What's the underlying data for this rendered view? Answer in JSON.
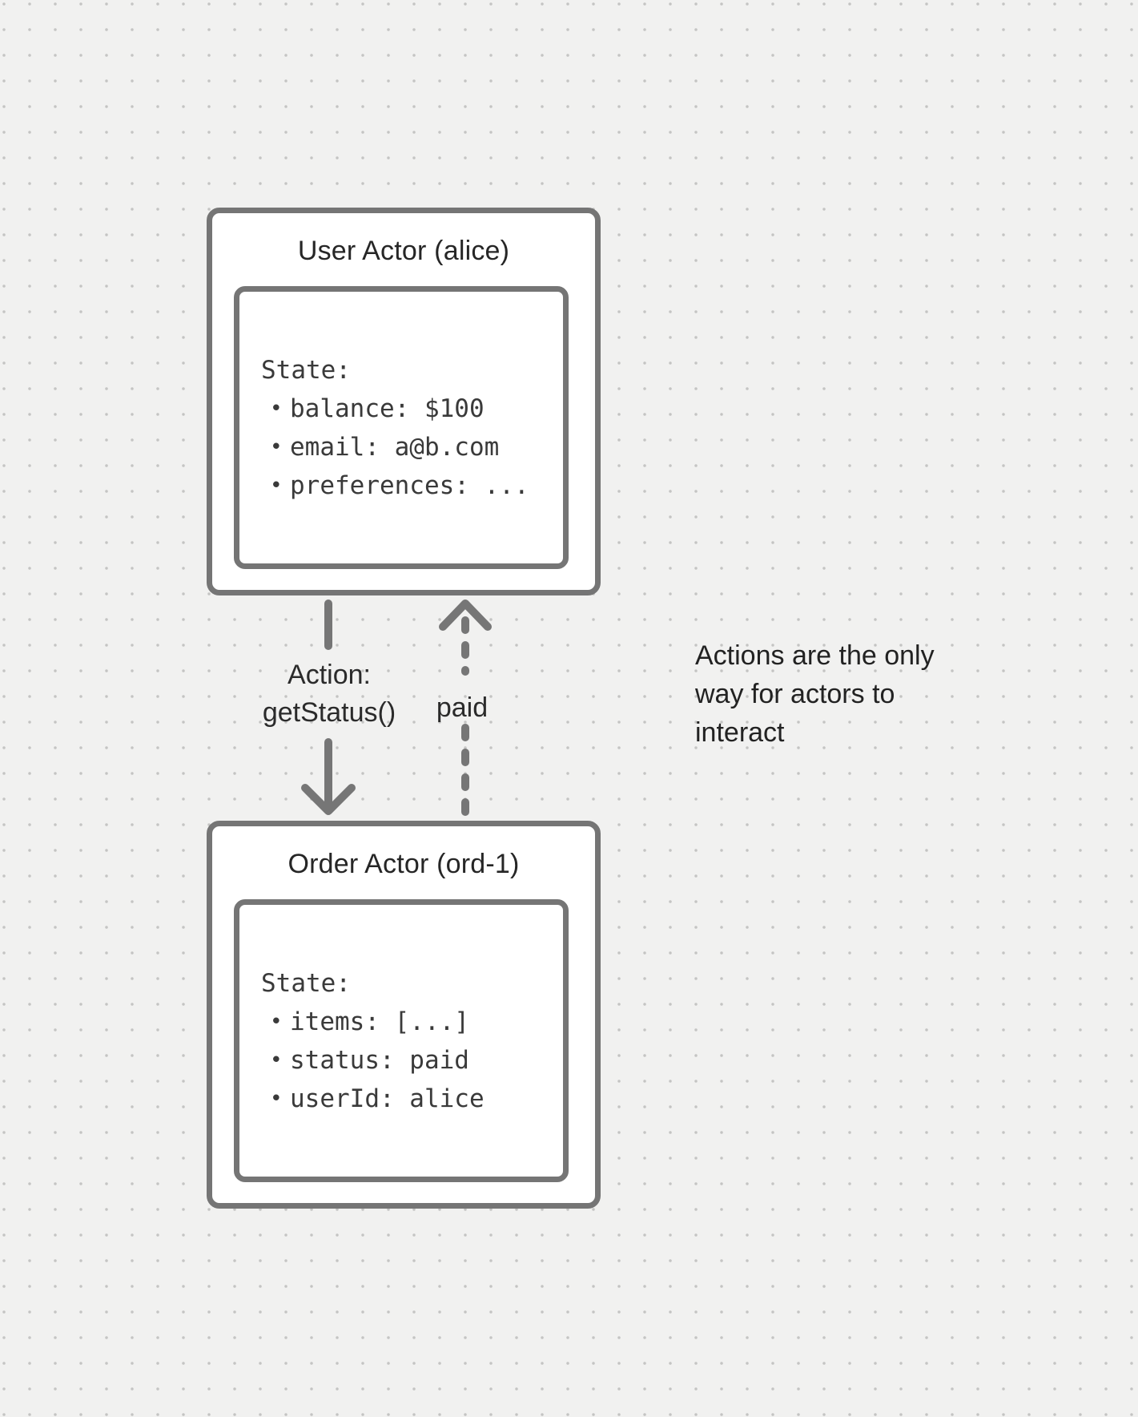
{
  "colors": {
    "canvas_background": "#f1f1f0",
    "dot_grid": "#c4c4c3",
    "shape_stroke": "#757575",
    "arrow_stroke": "#767676",
    "shape_fill": "#ffffff",
    "text_dark": "#262626",
    "text_mono": "#3a3a3a"
  },
  "diagram": {
    "actors": [
      {
        "title": "User Actor (alice)",
        "state_label": "State:",
        "state_items": [
          "balance: $100",
          "email: a@b.com",
          "preferences: ..."
        ]
      },
      {
        "title": "Order Actor (ord-1)",
        "state_label": "State:",
        "state_items": [
          "items: [...]",
          "status: paid",
          "userId: alice"
        ]
      }
    ],
    "edges": [
      {
        "style": "solid",
        "direction": "down",
        "from": "User Actor (alice)",
        "to": "Order Actor (ord-1)",
        "label_lines": [
          "Action:",
          "getStatus()"
        ]
      },
      {
        "style": "dashed",
        "direction": "up",
        "from": "Order Actor (ord-1)",
        "to": "User Actor (alice)",
        "label": "paid"
      }
    ],
    "annotation": {
      "text": "Actions are the only way for actors to interact",
      "lines": [
        "Actions are the only",
        "way for actors to",
        "interact"
      ]
    }
  }
}
